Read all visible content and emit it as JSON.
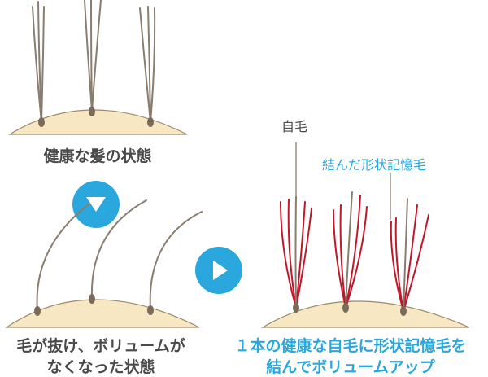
{
  "colors": {
    "skin": "#f7e7c3",
    "skin_outline": "#9a8a6b",
    "hair_natural": "#8a7d70",
    "hair_fiber": "#c0182a",
    "root": "#7a6a5a",
    "accent": "#2aa7dd",
    "text_dark": "#4a4a4a"
  },
  "labels": {
    "healthy_state": "健康な髪の状態",
    "thinned_line1": "毛が抜け、ボリュームが",
    "thinned_line2": "なくなった状態",
    "result_line1": "１本の健康な自毛に形状記憶毛を",
    "result_line2": "結んでボリュームアップ",
    "own_hair": "自毛",
    "tied_fiber": "結んだ形状記憶毛"
  },
  "icons": {
    "down_arrow": "down-arrow-icon",
    "right_arrow": "right-arrow-icon"
  }
}
